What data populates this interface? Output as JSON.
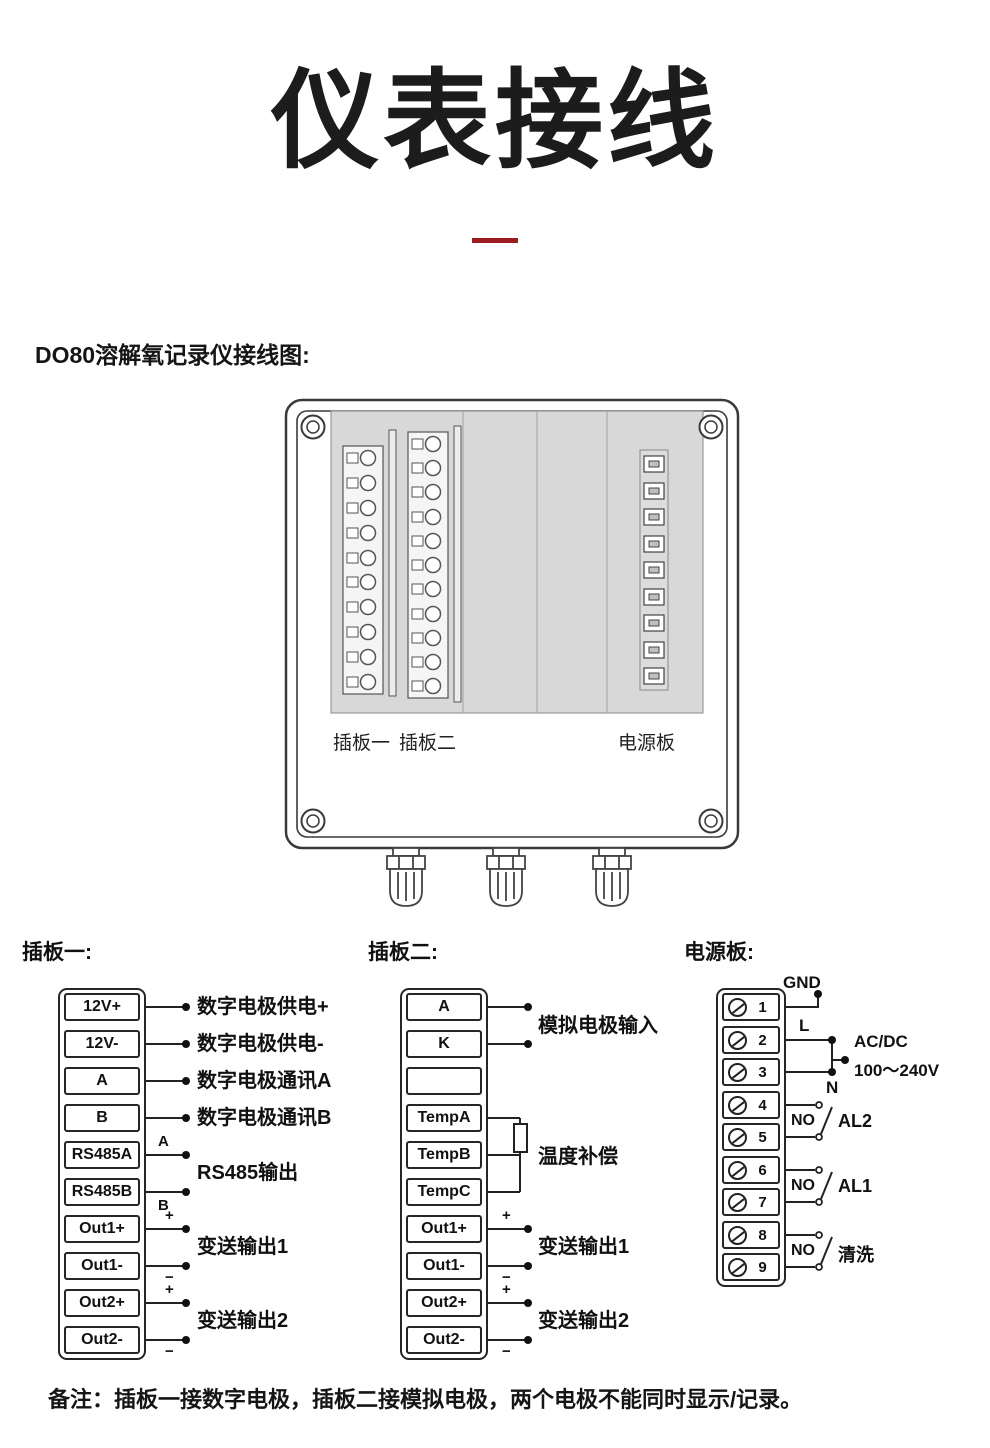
{
  "page": {
    "title": "仪表接线",
    "caption": "DO80溶解氧记录仪接线图:",
    "note": "备注：插板一接数字电极，插板二接模拟电极，两个电极不能同时显示/记录。"
  },
  "device": {
    "board1_label": "插板一",
    "board2_label": "插板二",
    "power_label": "电源板"
  },
  "board1": {
    "heading": "插板一:",
    "terminals": [
      "12V+",
      "12V-",
      "A",
      "B",
      "RS485A",
      "RS485B",
      "Out1+",
      "Out1-",
      "Out2+",
      "Out2-"
    ],
    "wire_labels": [
      "数字电极供电+",
      "数字电极供电-",
      "数字电极通讯A",
      "数字电极通讯B"
    ],
    "rs485_label": "RS485输出",
    "a_mark": "A",
    "b_mark": "B",
    "out1_label": "变送输出1",
    "out2_label": "变送输出2"
  },
  "board2": {
    "heading": "插板二:",
    "terminals": [
      "A",
      "K",
      "",
      "TempA",
      "TempB",
      "TempC",
      "Out1+",
      "Out1-",
      "Out2+",
      "Out2-"
    ],
    "analog_label": "模拟电极输入",
    "temp_label": "温度补偿",
    "out1_label": "变送输出1",
    "out2_label": "变送输出2"
  },
  "power": {
    "heading": "电源板:",
    "terminals": [
      "1",
      "2",
      "3",
      "4",
      "5",
      "6",
      "7",
      "8",
      "9"
    ],
    "gnd_label": "GND",
    "l_label": "L",
    "n_label": "N",
    "acdc_line1": "AC/DC",
    "acdc_line2": "100～240V",
    "no_label": "NO",
    "al2_label": "AL2",
    "al1_label": "AL1",
    "clean_label": "清洗"
  },
  "symbols": {
    "plus": "+",
    "minus": "−"
  },
  "colors": {
    "accent_red": "#9b1b1f",
    "line": "#222222",
    "panel_gray": "#d8d8d8"
  }
}
